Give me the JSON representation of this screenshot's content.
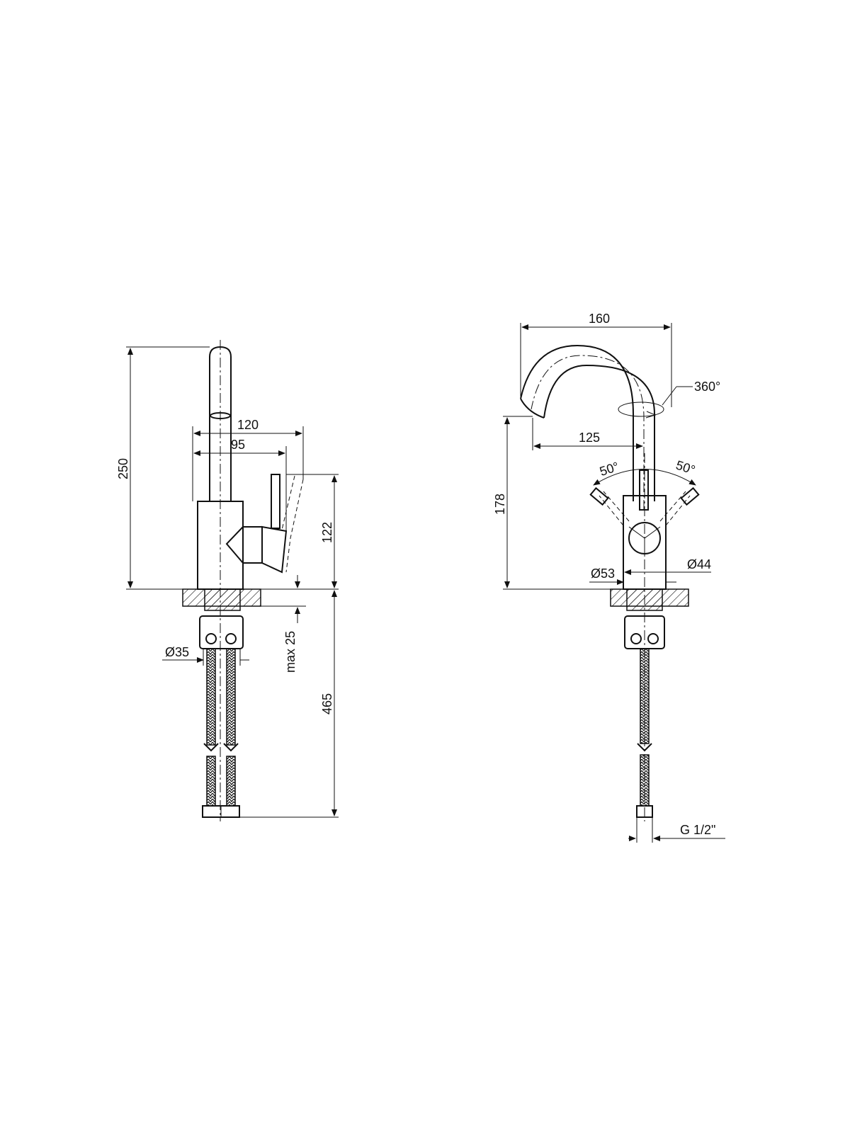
{
  "side_view": {
    "height_total": "250",
    "depth_outer": "120",
    "depth_inner": "95",
    "body_height": "122",
    "bore_diameter": "Ø35",
    "max_thickness": "max 25",
    "hose_length": "465"
  },
  "front_view": {
    "spout_span": "160",
    "rotation": "360°",
    "spout_reach": "125",
    "lever_angle_left": "50°",
    "lever_angle_right": "50°",
    "spout_height": "178",
    "base_diameter": "Ø53",
    "body_diameter": "Ø44",
    "thread": "G 1/2\""
  }
}
